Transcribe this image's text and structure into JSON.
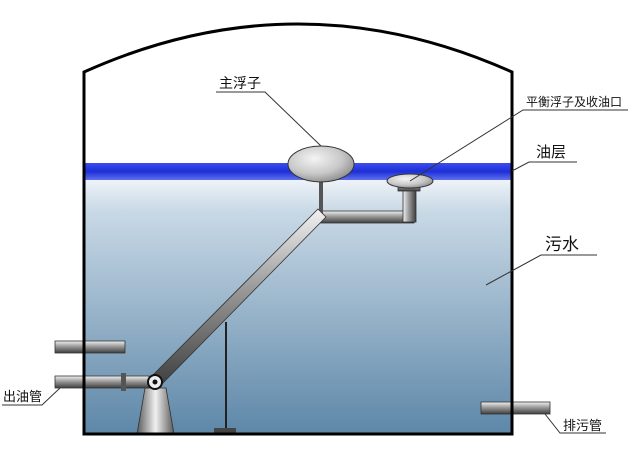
{
  "labels": {
    "main_float": "主浮子",
    "balance_float_outlet": "平衡浮子及收油口",
    "oil_layer": "油层",
    "sewage": "污水",
    "oil_outlet_pipe": "出油管",
    "drain_pipe": "排污管"
  },
  "colors": {
    "outline": "#000000",
    "oil_layer": "#1d2fd6",
    "water_top": "#e9f0f6",
    "water_bottom": "#5f88a8",
    "metal_light": "#e6e6e6",
    "metal_dark": "#6e6e6e"
  }
}
